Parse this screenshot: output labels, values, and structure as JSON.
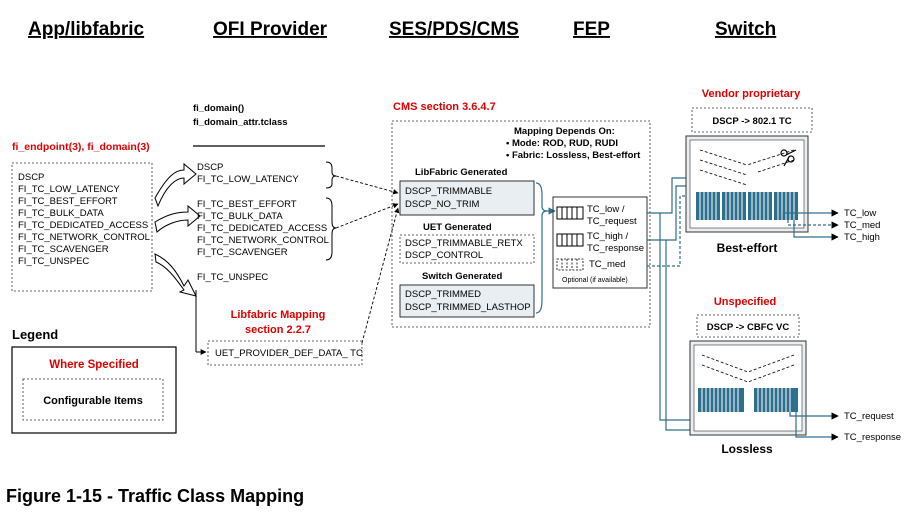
{
  "headers": {
    "app": "App/libfabric",
    "ofi": "OFI Provider",
    "ses": "SES/PDS/CMS",
    "fep": "FEP",
    "switch": "Switch"
  },
  "endpoint_label": "fi_endpoint(3), fi_domain(3)",
  "app_list": [
    "DSCP",
    "FI_TC_LOW_LATENCY",
    "FI_TC_BEST_EFFORT",
    "FI_TC_BULK_DATA",
    "FI_TC_DEDICATED_ACCESS",
    "FI_TC_NETWORK_CONTROL",
    "FI_TC_SCAVENGER",
    "FI_TC_UNSPEC"
  ],
  "ofi": {
    "domain_line1": "fi_domain()",
    "domain_line2": "fi_domain_attr.tclass",
    "group1": [
      "DSCP",
      "FI_TC_LOW_LATENCY"
    ],
    "group2": [
      "FI_TC_BEST_EFFORT",
      "FI_TC_BULK_DATA",
      "FI_TC_DEDICATED_ACCESS",
      "FI_TC_NETWORK_CONTROL",
      "FI_TC_SCAVENGER"
    ],
    "unspec": "FI_TC_UNSPEC",
    "mapping_title1": "Libfabric Mapping",
    "mapping_title2": "section 2.2.7",
    "provider_default": "UET_PROVIDER_DEF_DATA_ TC"
  },
  "cms": {
    "title": "CMS section 3.6.4.7",
    "depends_title": "Mapping Depends On:",
    "depends_items": [
      "Mode: ROD, RUD, RUDI",
      "Fabric: Lossless, Best-effort"
    ],
    "libfabric_generated": "LibFabric Generated",
    "libfabric_items": [
      "DSCP_TRIMMABLE",
      "DSCP_NO_TRIM"
    ],
    "uet_generated": "UET Generated",
    "uet_items": [
      "DSCP_TRIMMABLE_RETX",
      "DSCP_CONTROL"
    ],
    "switch_generated": "Switch Generated",
    "switch_items": [
      "DSCP_TRIMMED",
      "DSCP_TRIMMED_LASTHOP"
    ]
  },
  "fep": {
    "tc1_line1": "TC_low /",
    "tc1_line2": "TC_request",
    "tc2_line1": "TC_high /",
    "tc2_line2": "TC_response",
    "tc3": "TC_med",
    "optional": "Optional (if available)"
  },
  "switch": {
    "vendor": "Vendor proprietary",
    "vendor_map": "DSCP -> 802.1 TC",
    "best_effort": "Best-effort",
    "be_outputs": [
      "TC_low",
      "TC_med",
      "TC_high"
    ],
    "unspecified": "Unspecified",
    "unspec_map": "DSCP -> CBFC VC",
    "lossless": "Lossless",
    "ll_outputs": [
      "TC_request",
      "TC_response"
    ]
  },
  "legend": {
    "title": "Legend",
    "where_specified": "Where Specified",
    "configurable": "Configurable Items"
  },
  "caption": "Figure 1-15 - Traffic Class Mapping",
  "colors": {
    "accent_red": "#e00000",
    "blue_line": "#2e6f8e",
    "box_fill": "#e8eef2"
  }
}
